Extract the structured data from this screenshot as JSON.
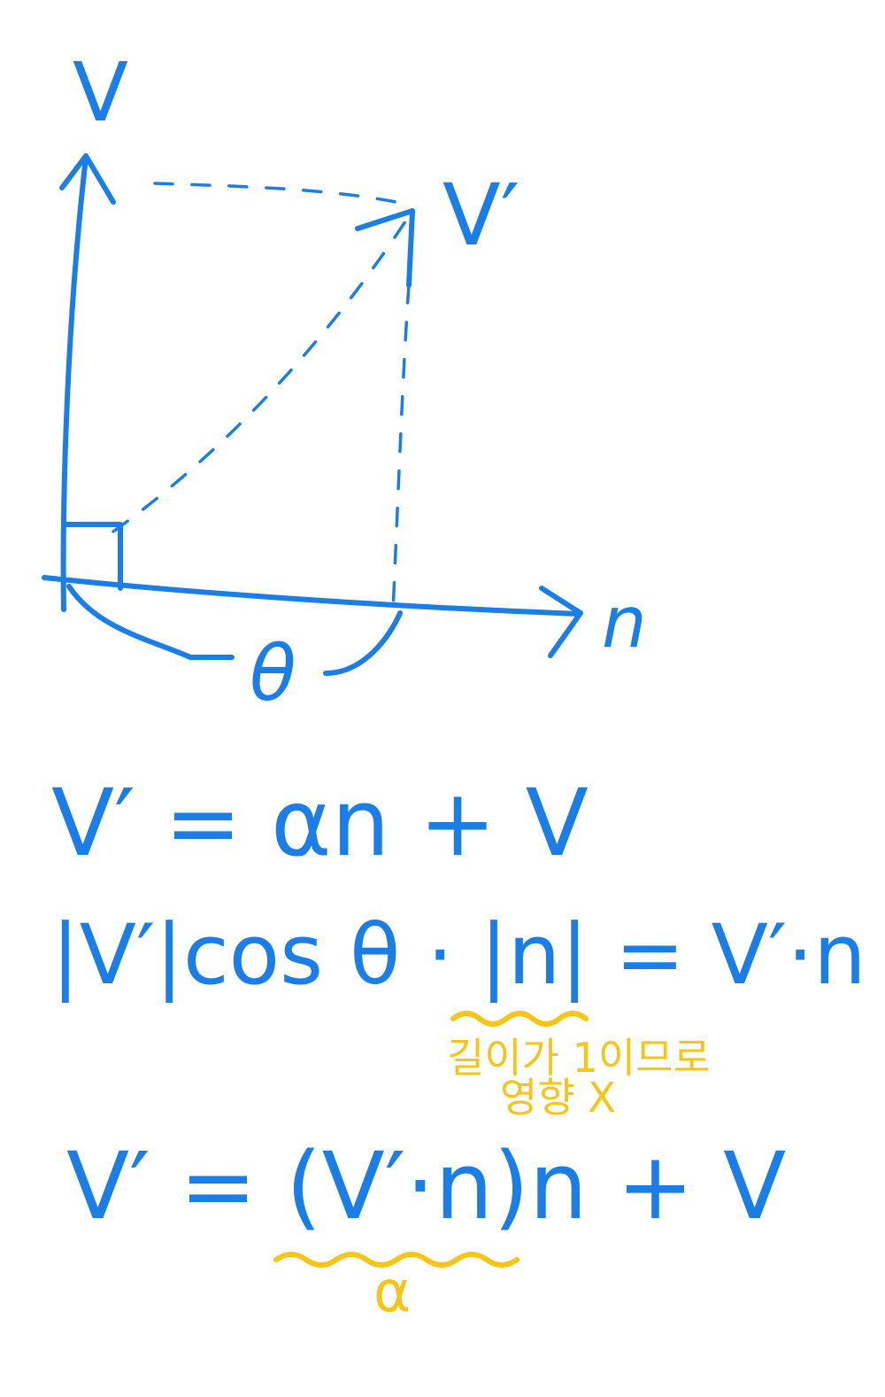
{
  "diagram": {
    "labels": {
      "v": "V",
      "v_prime": "V′",
      "n": "n",
      "theta": "θ"
    }
  },
  "equations": {
    "eq1": "V′ = αn + V",
    "eq2": "|V′|cos θ · |n| = V′·n",
    "note_line1": "길이가 1이므로",
    "note_line2": "영향 X",
    "eq3": "V′ = (V′·n)n + V",
    "alpha": "α"
  },
  "colors": {
    "ink": "#1a7ee6",
    "highlight": "#f5c518"
  }
}
